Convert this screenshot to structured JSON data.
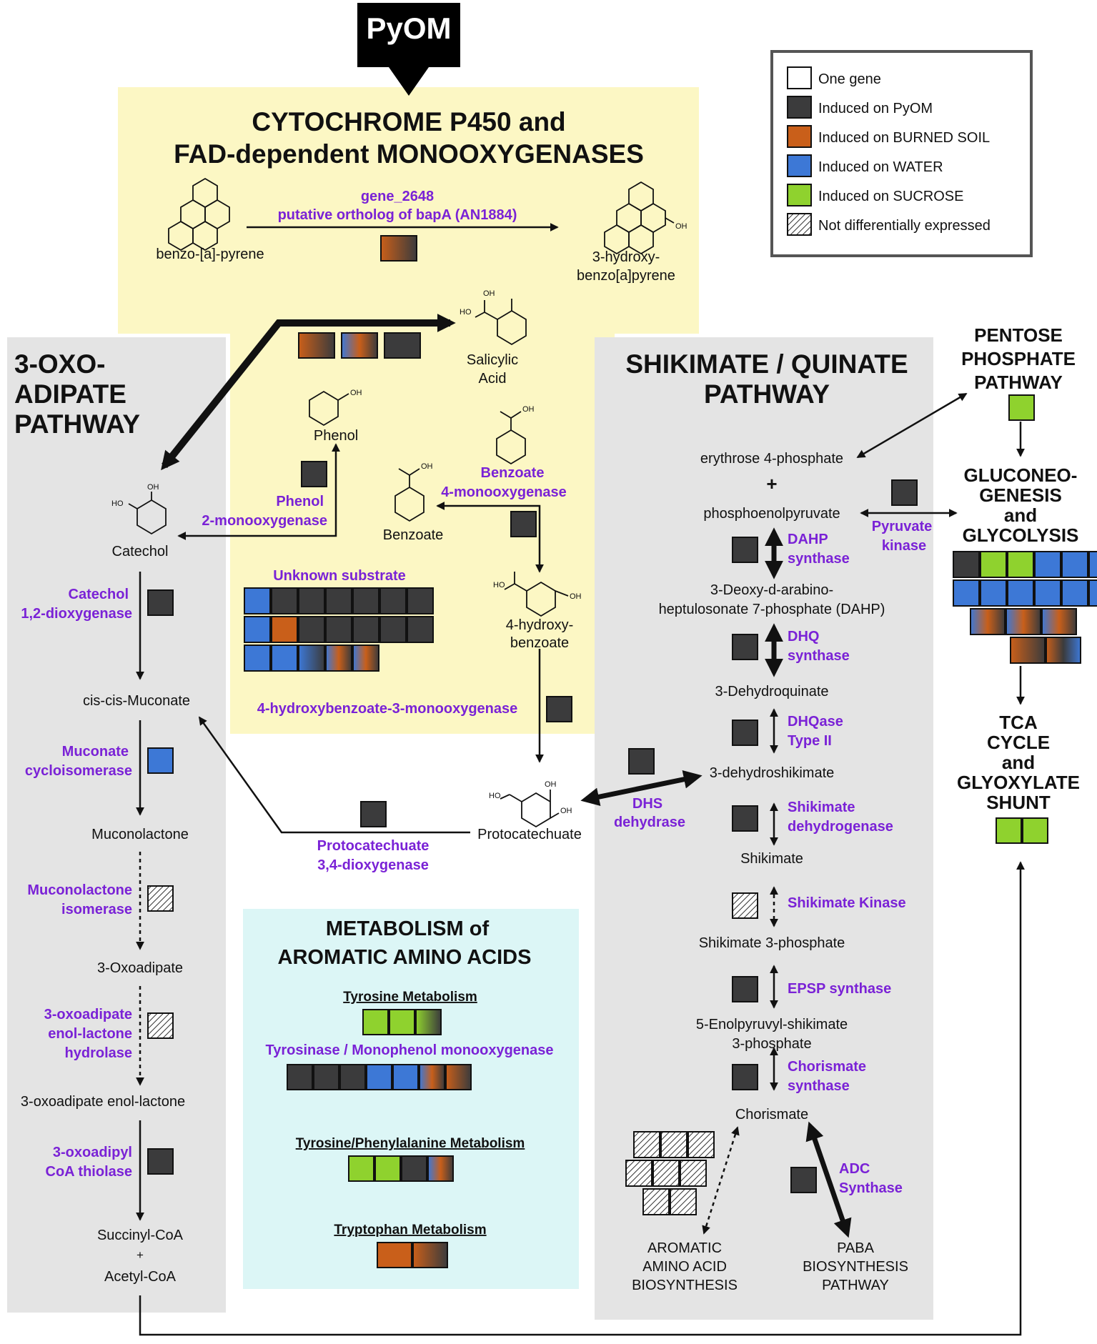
{
  "colors": {
    "pyom": "#3b3b3c",
    "burned": "#c95f1a",
    "water": "#3d78d6",
    "sucrose": "#8fd22e",
    "yellow_panel": "#fcf7c4",
    "gray_panel": "#e4e4e4",
    "cyan_panel": "#dcf6f6",
    "enzyme_text": "#7a22d6"
  },
  "top_label": "PyOM",
  "legend": {
    "items": [
      {
        "label": "One gene",
        "type": "white"
      },
      {
        "label": "Induced on PyOM",
        "type": "pyom"
      },
      {
        "label": "Induced on BURNED SOIL",
        "type": "burned"
      },
      {
        "label": "Induced on WATER",
        "type": "water"
      },
      {
        "label": "Induced on SUCROSE",
        "type": "sucrose"
      },
      {
        "label": "Not differentially expressed",
        "type": "hatch"
      }
    ]
  },
  "panels": {
    "cytochrome": {
      "title_lines": [
        "CYTOCHROME P450 and",
        "FAD-dependent MONOOXYGENASES"
      ]
    },
    "oxoadipate": {
      "title_lines": [
        "3-OXO-",
        "ADIPATE",
        "PATHWAY"
      ]
    },
    "shikimate": {
      "title_lines": [
        "SHIKIMATE / QUINATE",
        "PATHWAY"
      ]
    },
    "amino": {
      "title_lines": [
        "METABOLISM of",
        "AROMATIC AMINO ACIDS"
      ]
    }
  },
  "side_pathways": {
    "pentose": [
      "PENTOSE",
      "PHOSPHATE",
      "PATHWAY"
    ],
    "gluconeo": [
      "GLUCONEO-",
      "GENESIS",
      "and",
      "GLYCOLYSIS"
    ],
    "tca": [
      "TCA",
      "CYCLE",
      "and",
      "GLYOXYLATE",
      "SHUNT"
    ]
  },
  "compounds": {
    "benzopyrene": "benzo-[a]-pyrene",
    "hydroxybenzopyrene": [
      "3-hydroxy-",
      "benzo[a]pyrene"
    ],
    "salicylic": [
      "Salicylic",
      "Acid"
    ],
    "phenol": "Phenol",
    "benzoate": "Benzoate",
    "catechol": "Catechol",
    "hydroxybenzoate": [
      "4-hydroxy-",
      "benzoate"
    ],
    "protocatechuate": "Protocatechuate",
    "cis_muconate": "cis-cis-Muconate",
    "muconolactone": "Muconolactone",
    "oxoadipate": "3-Oxoadipate",
    "enol_lactone": "3-oxoadipate enol-lactone",
    "succinyl": [
      "Succinyl-CoA",
      "+",
      "Acetyl-CoA"
    ],
    "e4p": "erythrose 4-phosphate",
    "plus": "+",
    "pep": "phosphoenolpyruvate",
    "dahp": [
      "3-Deoxy-d-arabino-",
      "heptulosonate 7-phosphate (DAHP)"
    ],
    "dehydroquinate": "3-Dehydroquinate",
    "dehydroshikimate": "3-dehydroshikimate",
    "shikimate": "Shikimate",
    "s3p": "Shikimate 3-phosphate",
    "epsp": [
      "5-Enolpyruvyl-shikimate",
      "3-phosphate"
    ],
    "chorismate": "Chorismate",
    "aa_biosynthesis": [
      "AROMATIC",
      "AMINO ACID",
      "BIOSYNTHESIS"
    ],
    "paba": [
      "PABA",
      "BIOSYNTHESIS",
      "PATHWAY"
    ]
  },
  "chem_labels": {
    "oh": "OH",
    "ho": "HO"
  },
  "enzymes": {
    "gene2648": [
      "gene_2648",
      "putative ortholog of bapA (AN1884)"
    ],
    "phenol_mono": [
      "Phenol",
      "2-monooxygenase"
    ],
    "benzoate_mono": [
      "Benzoate",
      "4-monooxygenase"
    ],
    "unknown": "Unknown substrate",
    "hb3mono": "4-hydroxybenzoate-3-monooxygenase",
    "catechol_diox": [
      "Catechol",
      "1,2-dioxygenase"
    ],
    "muconate_cyclo": [
      "Muconate",
      "cycloisomerase"
    ],
    "muconolactone_iso": [
      "Muconolactone",
      "isomerase"
    ],
    "enol_hydrolase": [
      "3-oxoadipate",
      "enol-lactone",
      "hydrolase"
    ],
    "thiolase": [
      "3-oxoadipyl",
      "CoA thiolase"
    ],
    "proto_diox": [
      "Protocatechuate",
      "3,4-dioxygenase"
    ],
    "dhs_dehydrase": [
      "DHS",
      "dehydrase"
    ],
    "pyruvate_kinase": [
      "Pyruvate",
      "kinase"
    ],
    "dahp_synthase": [
      "DAHP",
      "synthase"
    ],
    "dhq_synthase": [
      "DHQ",
      "synthase"
    ],
    "dhqase": [
      "DHQase",
      "Type II"
    ],
    "shik_dh": [
      "Shikimate",
      "dehydrogenase"
    ],
    "shik_kinase": "Shikimate Kinase",
    "epsp_synthase": "EPSP synthase",
    "chor_synthase": [
      "Chorismate",
      "synthase"
    ],
    "adc_synthase": [
      "ADC",
      "Synthase"
    ],
    "tyrosinase": "Tyrosinase / Monophenol monooxygenase"
  },
  "amino_sections": {
    "tyrosine": "Tyrosine Metabolism",
    "tyr_phe": "Tyrosine/Phenylalanine Metabolism",
    "tryptophan": "Tryptophan Metabolism"
  },
  "gene_groups": {
    "bapA": [
      [
        "burned",
        "pyom"
      ]
    ],
    "salicylic": [
      [
        "burned",
        "pyom"
      ],
      [
        "water",
        "burned",
        "pyom"
      ],
      [
        "pyom"
      ]
    ],
    "phenol_mono": [
      [
        "pyom"
      ]
    ],
    "benzoate_mono": [
      [
        "pyom"
      ]
    ],
    "unknown_row1": [
      [
        "water"
      ],
      [
        "pyom"
      ],
      [
        "pyom"
      ],
      [
        "pyom"
      ],
      [
        "pyom"
      ],
      [
        "pyom"
      ],
      [
        "pyom"
      ]
    ],
    "unknown_row2": [
      [
        "water"
      ],
      [
        "burned"
      ],
      [
        "pyom"
      ],
      [
        "pyom"
      ],
      [
        "pyom"
      ],
      [
        "pyom"
      ],
      [
        "pyom"
      ]
    ],
    "unknown_row3": [
      [
        "water"
      ],
      [
        "water"
      ],
      [
        "water",
        "pyom"
      ],
      [
        "water",
        "burned",
        "pyom"
      ],
      [
        "water",
        "burned",
        "pyom"
      ]
    ],
    "hb3mono": [
      [
        "pyom"
      ]
    ],
    "catechol_diox": [
      [
        "pyom"
      ]
    ],
    "muconate_cyclo": [
      [
        "water"
      ]
    ],
    "muconolactone_iso": [
      [
        "hatch"
      ]
    ],
    "enol_hydrolase": [
      [
        "hatch"
      ]
    ],
    "thiolase": [
      [
        "pyom"
      ]
    ],
    "proto_diox": [
      [
        "pyom"
      ]
    ],
    "dhs_dehydrase": [
      [
        "pyom"
      ]
    ],
    "pyruvate_kinase": [
      [
        "pyom"
      ]
    ],
    "dahp_synthase": [
      [
        "pyom"
      ]
    ],
    "dhq_synthase": [
      [
        "pyom"
      ]
    ],
    "dhqase": [
      [
        "pyom"
      ]
    ],
    "shik_dh": [
      [
        "pyom"
      ]
    ],
    "shik_kinase": [
      [
        "hatch"
      ]
    ],
    "epsp_synthase": [
      [
        "pyom"
      ]
    ],
    "chor_synthase": [
      [
        "pyom"
      ]
    ],
    "adc_synthase": [
      [
        "pyom"
      ]
    ],
    "pentose": [
      [
        "sucrose"
      ]
    ],
    "glyco_row1": [
      [
        "pyom"
      ],
      [
        "sucrose"
      ],
      [
        "sucrose"
      ],
      [
        "water"
      ],
      [
        "water"
      ],
      [
        "water"
      ]
    ],
    "glyco_row2": [
      [
        "water"
      ],
      [
        "water"
      ],
      [
        "water"
      ],
      [
        "water"
      ],
      [
        "water"
      ],
      [
        "water"
      ]
    ],
    "glyco_row3": [
      [
        "water",
        "burned",
        "pyom"
      ],
      [
        "water",
        "burned",
        "pyom"
      ],
      [
        "water",
        "burned",
        "pyom"
      ]
    ],
    "glyco_row4": [
      [
        "burned",
        "pyom"
      ],
      [
        "burned",
        "pyom",
        "water"
      ]
    ],
    "tca": [
      [
        "sucrose"
      ],
      [
        "sucrose"
      ]
    ],
    "tyrosine": [
      [
        "sucrose"
      ],
      [
        "sucrose"
      ],
      [
        "sucrose",
        "pyom"
      ]
    ],
    "tyrosinase": [
      [
        "pyom"
      ],
      [
        "pyom"
      ],
      [
        "pyom"
      ],
      [
        "water"
      ],
      [
        "water"
      ],
      [
        "water",
        "burned",
        "pyom"
      ],
      [
        "burned",
        "pyom"
      ]
    ],
    "tyr_phe": [
      [
        "sucrose"
      ],
      [
        "sucrose"
      ],
      [
        "pyom"
      ],
      [
        "water",
        "burned",
        "pyom"
      ]
    ],
    "tryptophan": [
      [
        "burned"
      ],
      [
        "burned",
        "pyom"
      ]
    ],
    "aa_row1": [
      [
        "hatch"
      ],
      [
        "hatch"
      ],
      [
        "hatch"
      ]
    ],
    "aa_row2": [
      [
        "hatch"
      ],
      [
        "hatch"
      ],
      [
        "hatch"
      ]
    ],
    "aa_row3": [
      [
        "hatch"
      ],
      [
        "hatch"
      ]
    ]
  }
}
